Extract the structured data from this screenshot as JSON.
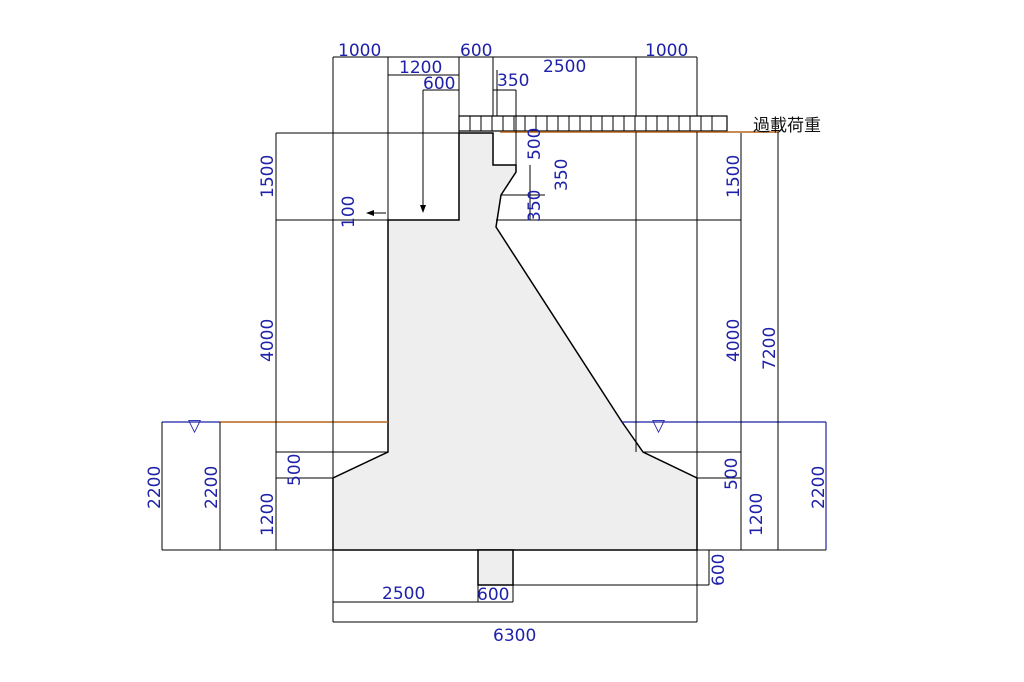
{
  "load_label": "過載荷重",
  "colors": {
    "body_fill": "#eeeeee",
    "dimension_text": "#1f22a8",
    "water_line": "#1f22a8",
    "ground_line": "#b5651d",
    "line": "#000000"
  },
  "dimensions": {
    "top_left_1000": "1000",
    "top_1200": "1200",
    "top_600_a": "600",
    "top_600_b": "600",
    "top_350": "350",
    "top_2500": "2500",
    "top_right_1000": "1000",
    "wall_500": "500",
    "wall_350_a": "350",
    "wall_350_b": "350",
    "left_100": "100",
    "left_1500": "1500",
    "left_4000": "4000",
    "left_500": "500",
    "left_1200": "1200",
    "left_2200_a": "2200",
    "left_2200_b": "2200",
    "right_1500": "1500",
    "right_4000": "4000",
    "right_7200": "7200",
    "right_500": "500",
    "right_1200": "1200",
    "right_2200": "2200",
    "right_600": "600",
    "bottom_2500": "2500",
    "bottom_600": "600",
    "bottom_6300": "6300"
  }
}
